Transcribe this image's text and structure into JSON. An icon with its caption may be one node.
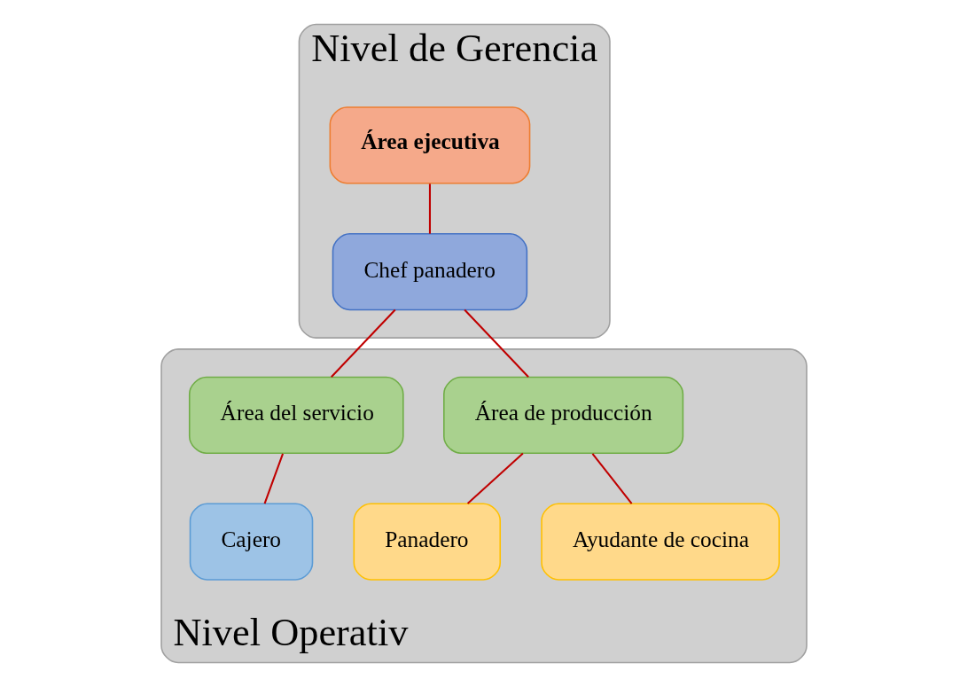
{
  "diagram": {
    "nodes": [
      {
        "text": [
          "Nivel de Gerencia"
        ]
      },
      {
        "text": [
          "Área ejecutiva"
        ],
        "in": 0
      },
      {
        "text": [
          "Chef panadero"
        ],
        "in": 0
      },
      {
        "text": [
          "Nivel Operativ"
        ]
      },
      {
        "text": [
          "Área de producción"
        ],
        "in": 3
      },
      {
        "text": [
          "Área del servicio"
        ],
        "in": 3
      },
      {
        "text": [
          "Panadero"
        ],
        "in": 3
      },
      {
        "text": [
          "Ayudante de cocina"
        ],
        "in": 3
      },
      {
        "text": [
          "Cajero"
        ],
        "in": 3
      }
    ],
    "edges": [
      {
        "from": 1,
        "to": 2,
        "arrow": "none"
      },
      {
        "from": 2,
        "to": 4,
        "arrow": "none"
      },
      {
        "from": 2,
        "to": 5,
        "arrow": "none"
      },
      {
        "from": 4,
        "to": 6,
        "arrow": "none"
      },
      {
        "from": 4,
        "to": 7,
        "arrow": "none"
      },
      {
        "from": 5,
        "to": 8,
        "arrow": "none"
      }
    ]
  }
}
